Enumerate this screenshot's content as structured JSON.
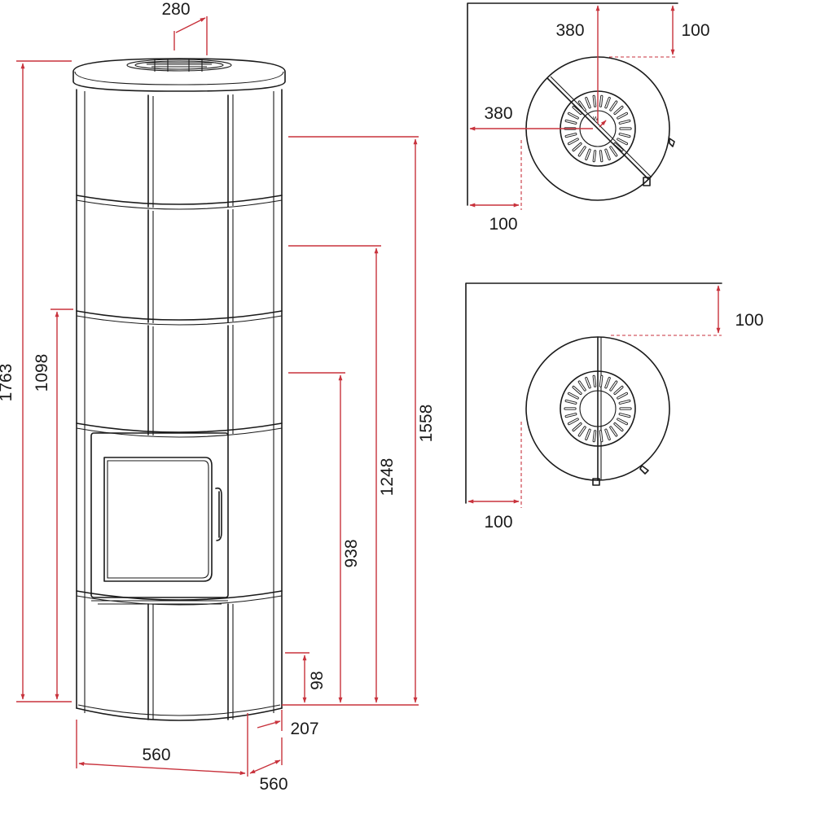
{
  "colors": {
    "dimension": "#c8323c",
    "outline": "#1a1a1a",
    "background": "#ffffff"
  },
  "front_view": {
    "dimensions": {
      "top_outlet_diameter": "280",
      "overall_height": "1763",
      "height_1098": "1098",
      "height_1558": "1558",
      "height_1248": "1248",
      "height_938": "938",
      "height_98": "98",
      "dim_207": "207",
      "width": "560",
      "depth": "560"
    }
  },
  "top_view_corner": {
    "dimensions": {
      "wall_to_center_top": "380",
      "wall_clearance_top": "100",
      "wall_to_center_side": "380",
      "wall_clearance_side": "100"
    },
    "grate_marker": "W"
  },
  "top_view_wall": {
    "dimensions": {
      "wall_clearance_top": "100",
      "wall_clearance_side": "100"
    }
  }
}
